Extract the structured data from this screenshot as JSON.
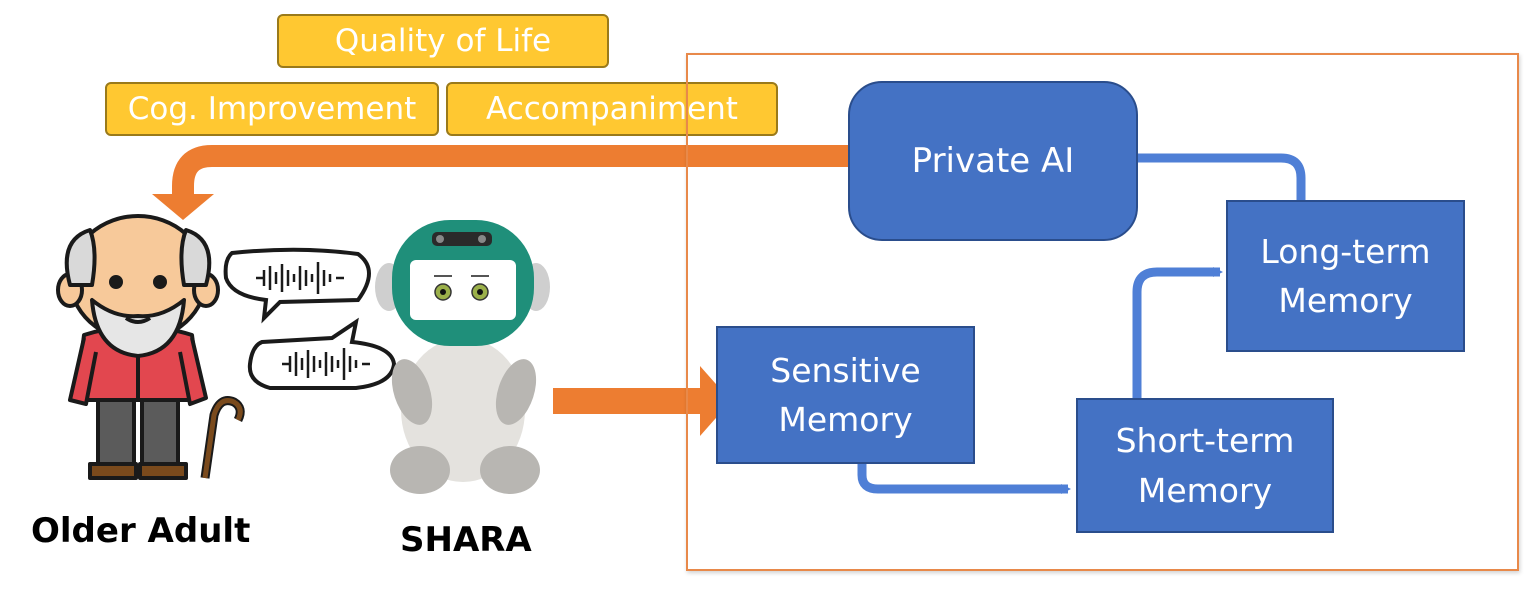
{
  "goals": {
    "quality_of_life": "Quality of Life",
    "cog_improvement": "Cog. Improvement",
    "accompaniment": "Accompaniment"
  },
  "memory_system": {
    "private_ai": "Private AI",
    "long_term": [
      "Long-term",
      "Memory"
    ],
    "sensitive": [
      "Sensitive",
      "Memory"
    ],
    "short_term": [
      "Short-term",
      "Memory"
    ]
  },
  "actors": {
    "older_adult": "Older Adult",
    "robot": "SHARA"
  },
  "colors": {
    "goal_fill": "#ffc831",
    "memory_fill": "#4472c4",
    "flow_arrow": "#ed7d31",
    "memory_arrow": "#4f7fd6"
  }
}
